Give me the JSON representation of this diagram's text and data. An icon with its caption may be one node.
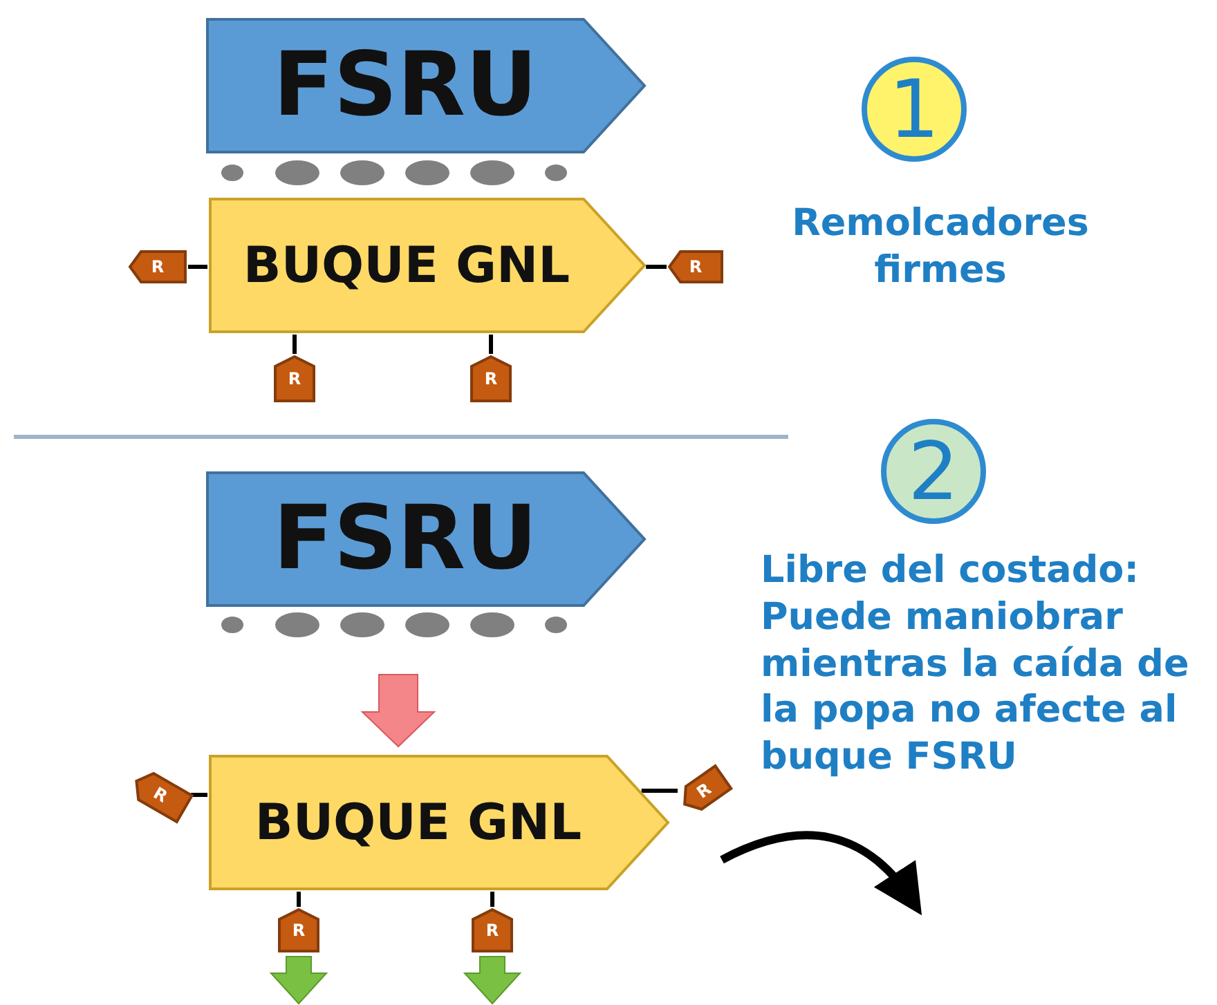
{
  "diagram": {
    "nodes": [
      {
        "text": [
          "FSRU"
        ]
      },
      {
        "text": [
          "BUQUE GNL"
        ]
      },
      {
        "text": [
          "R"
        ]
      },
      {
        "text": [
          "R"
        ]
      },
      {
        "text": [
          "R"
        ]
      },
      {
        "text": [
          "R"
        ]
      },
      {
        "text": [
          "1"
        ]
      },
      {
        "text": [
          "FSRU"
        ]
      },
      {
        "text": [
          "BUQUE GNL"
        ]
      },
      {
        "text": [
          "R"
        ]
      },
      {
        "text": [
          "R"
        ]
      },
      {
        "text": [
          "R"
        ]
      },
      {
        "text": [
          "R"
        ]
      },
      {
        "text": [
          "2"
        ]
      }
    ],
    "edges": [
      {
        "from": 2,
        "to": 1,
        "arrow": "none"
      },
      {
        "from": 3,
        "to": 1,
        "arrow": "none"
      },
      {
        "from": 4,
        "to": 1,
        "arrow": "none"
      },
      {
        "from": 5,
        "to": 1,
        "arrow": "none"
      },
      {
        "from": 9,
        "to": 8,
        "arrow": "none"
      },
      {
        "from": 10,
        "to": 8,
        "arrow": "none"
      },
      {
        "from": 11,
        "to": 8,
        "arrow": "none"
      },
      {
        "from": 12,
        "to": 8,
        "arrow": "none"
      }
    ],
    "labels": [
      "Remolcadores firmes",
      "Libre del costado: Puede maniobrar mientras la caída de la popa no afecte al buque FSRU"
    ]
  }
}
